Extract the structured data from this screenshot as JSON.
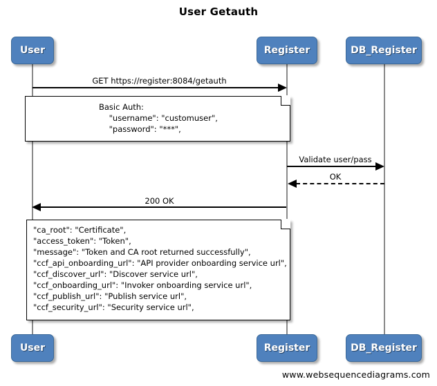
{
  "title": "User Getauth",
  "footer": "www.websequencediagrams.com",
  "colors": {
    "actor_fill": "#4f81bd",
    "actor_border": "#3a6898",
    "actor_text": "#ffffff",
    "line": "#000000",
    "lifeline": "#8a8a8a",
    "note_fill": "#ffffff",
    "note_border": "#000000"
  },
  "actors": [
    {
      "id": "user",
      "label": "User"
    },
    {
      "id": "register",
      "label": "Register"
    },
    {
      "id": "db_register",
      "label": "DB_Register"
    }
  ],
  "actors_bottom": [
    {
      "id": "user",
      "label": "User"
    },
    {
      "id": "register",
      "label": "Register"
    },
    {
      "id": "db_register",
      "label": "DB_Register"
    }
  ],
  "messages": [
    {
      "id": "get-auth",
      "label": "GET https://register:8084/getauth",
      "from": "User",
      "to": "Register",
      "style": "solid",
      "direction": "right"
    },
    {
      "id": "validate-user-pass",
      "label": "Validate user/pass",
      "from": "Register",
      "to": "DB_Register",
      "style": "solid",
      "direction": "right"
    },
    {
      "id": "ok",
      "label": "OK",
      "from": "DB_Register",
      "to": "Register",
      "style": "dashed",
      "direction": "left"
    },
    {
      "id": "200-ok",
      "label": "200 OK",
      "from": "Register",
      "to": "User",
      "style": "solid",
      "direction": "left"
    }
  ],
  "notes": [
    {
      "id": "basic-auth-note",
      "lines": [
        "Basic Auth:",
        "    \"username\": \"customuser\",",
        "    \"password\": \"***\","
      ]
    },
    {
      "id": "response-payload-note",
      "lines": [
        "\"ca_root\": \"Certificate\",",
        "\"access_token\": \"Token\",",
        "\"message\": \"Token and CA root returned successfully\",",
        "\"ccf_api_onboarding_url\": \"API provider onboarding service url\",",
        "\"ccf_discover_url\": \"Discover service url\",",
        "\"ccf_onboarding_url\": \"Invoker onboarding service url\",",
        "\"ccf_publish_url\": \"Publish service url\",",
        "\"ccf_security_url\": \"Security service url\","
      ]
    }
  ],
  "chart_data": {
    "type": "table",
    "title": "User Getauth",
    "participants": [
      "User",
      "Register",
      "DB_Register"
    ],
    "sequence": [
      {
        "step": 1,
        "from": "User",
        "to": "Register",
        "label": "GET https://register:8084/getauth",
        "arrow": "solid"
      },
      {
        "step": 2,
        "note_over": "User..Register",
        "text": "Basic Auth: \"username\": \"customuser\", \"password\": \"***\","
      },
      {
        "step": 3,
        "from": "Register",
        "to": "DB_Register",
        "label": "Validate user/pass",
        "arrow": "solid"
      },
      {
        "step": 4,
        "from": "DB_Register",
        "to": "Register",
        "label": "OK",
        "arrow": "dashed"
      },
      {
        "step": 5,
        "from": "Register",
        "to": "User",
        "label": "200 OK",
        "arrow": "solid"
      },
      {
        "step": 6,
        "note_over": "User..Register",
        "text": "\"ca_root\": \"Certificate\", \"access_token\": \"Token\", \"message\": \"Token and CA root returned successfully\", \"ccf_api_onboarding_url\": \"API provider onboarding service url\", \"ccf_discover_url\": \"Discover service url\", \"ccf_onboarding_url\": \"Invoker onboarding service url\", \"ccf_publish_url\": \"Publish service url\", \"ccf_security_url\": \"Security service url\","
      }
    ]
  }
}
